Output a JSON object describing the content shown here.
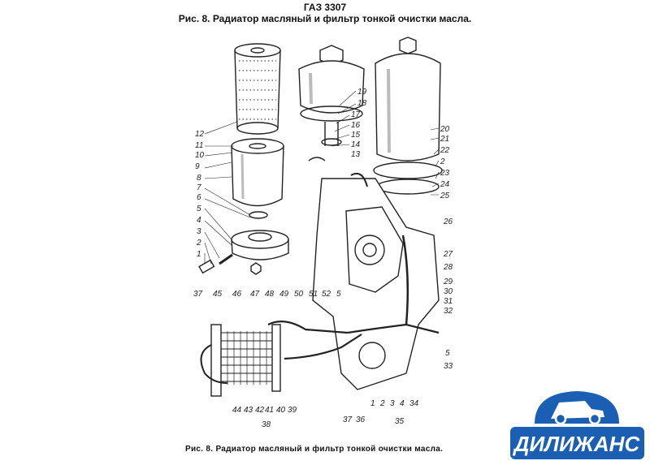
{
  "header": {
    "model": "ГАЗ 3307",
    "title": "Рис. 8. Радиатор масляный и фильтр тонкой очистки масла."
  },
  "caption": "Рис. 8. Радиатор масляный и фильтр тонкой очистки масла.",
  "logo": {
    "text": "ДИЛИЖАНС",
    "color": "#1a5fb4"
  },
  "callouts": [
    "1",
    "2",
    "3",
    "4",
    "5",
    "6",
    "7",
    "8",
    "9",
    "10",
    "11",
    "12",
    "13",
    "14",
    "15",
    "16",
    "17",
    "18",
    "19",
    "20",
    "21",
    "22",
    "23",
    "24",
    "25",
    "26",
    "27",
    "28",
    "29",
    "30",
    "31",
    "32",
    "33",
    "34",
    "35",
    "36",
    "37",
    "38",
    "39",
    "40",
    "41",
    "42",
    "43",
    "44",
    "45",
    "46",
    "47",
    "48",
    "49",
    "50",
    "51",
    "52"
  ]
}
